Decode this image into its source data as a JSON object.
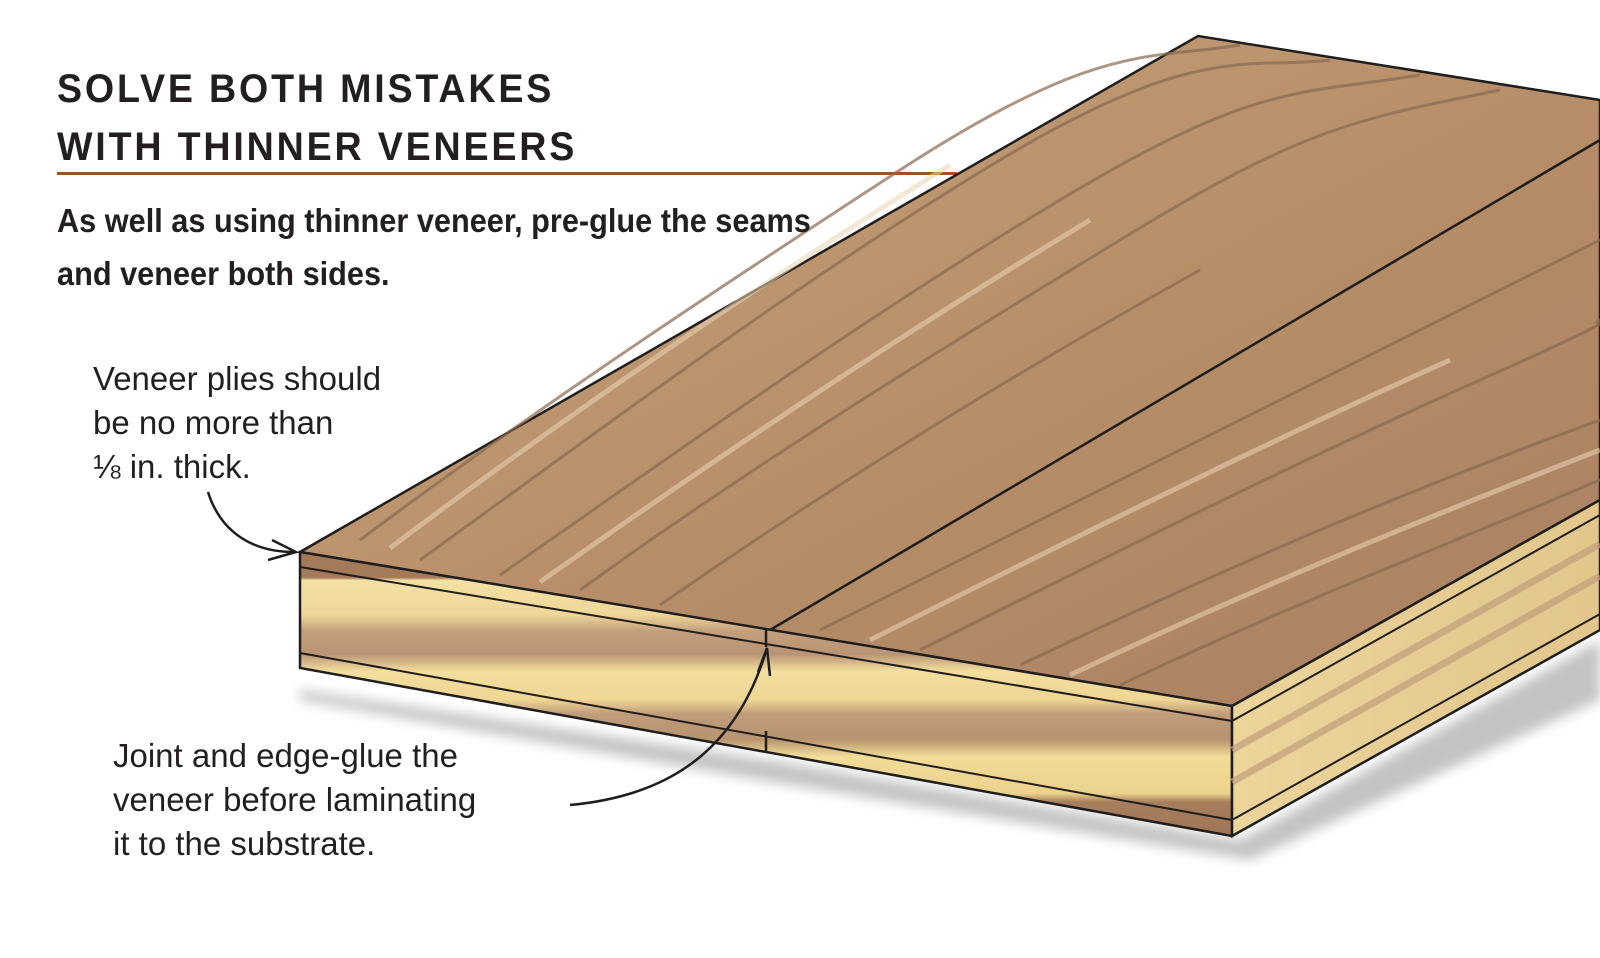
{
  "header": {
    "title_lines": [
      "SOLVE BOTH MISTAKES",
      "WITH THINNER VENEERS"
    ],
    "subtitle_lines": [
      "As well as using thinner veneer, pre-glue the seams",
      "and veneer both sides."
    ],
    "rule_color": "#a0521d"
  },
  "callouts": [
    {
      "id": "veneer-thickness",
      "lines": [
        "Veneer plies should",
        "be no more than",
        "⅛ in. thick."
      ],
      "points_to": "top veneer ply at front-left corner"
    },
    {
      "id": "edge-glue",
      "lines": [
        "Joint and edge-glue the",
        "veneer before laminating",
        "it to the substrate."
      ],
      "points_to": "veneer seam on front edge"
    }
  ],
  "illustration": {
    "subject": "veneered panel cross-section",
    "layers": [
      "top veneer",
      "substrate core (alternating plies)",
      "bottom veneer"
    ],
    "colors": {
      "veneer_top": "#b8926c",
      "veneer_dark_grain": "#8a6a50",
      "veneer_light": "#e6cfae",
      "core_light": "#f3dd9c",
      "core_band": "#c8a27a",
      "outline": "#1e1e1e"
    }
  }
}
